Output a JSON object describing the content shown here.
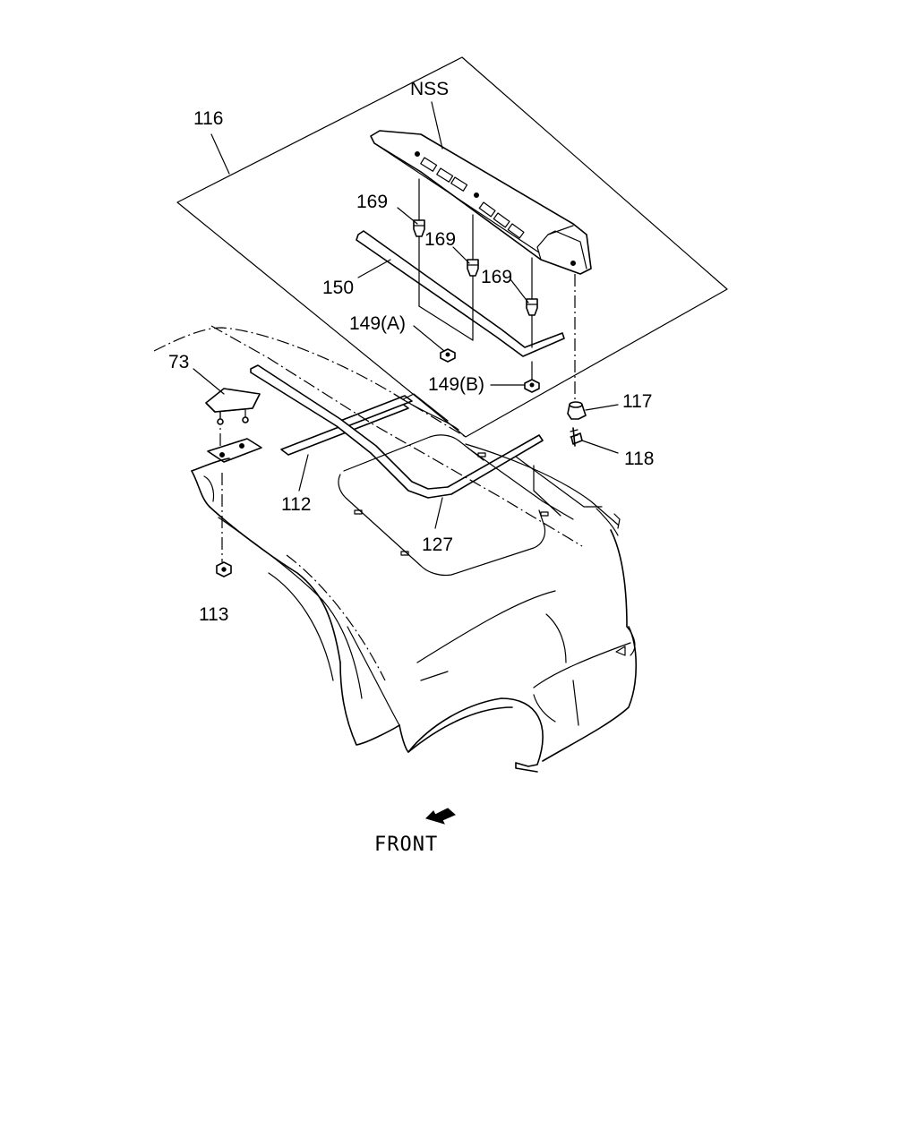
{
  "labels": {
    "nss": "NSS",
    "p116": "116",
    "p169a": "169",
    "p169b": "169",
    "p169c": "169",
    "p150": "150",
    "p149a": "149(A)",
    "p149b": "149(B)",
    "p73": "73",
    "p117": "117",
    "p118": "118",
    "p112": "112",
    "p127": "127",
    "p113": "113"
  },
  "front_label": "FRONT"
}
